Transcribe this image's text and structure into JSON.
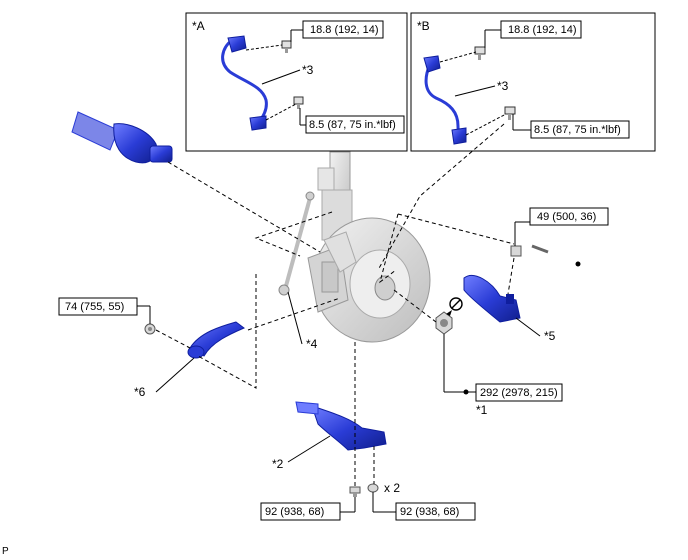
{
  "diagram_code": "P",
  "inset_a": {
    "label": "*A",
    "torque_top": "18.8 (192, 14)",
    "part_label": "*3",
    "torque_bottom": "8.5 (87, 75 in.*lbf)"
  },
  "inset_b": {
    "label": "*B",
    "torque_top": "18.8 (192, 14)",
    "part_label": "*3",
    "torque_bottom": "8.5 (87, 75 in.*lbf)"
  },
  "callouts": {
    "tie_rod_nut": "49 (500, 36)",
    "stabilizer_nut": "74 (755, 55)",
    "axle_nut": "292 (2978, 215)",
    "lower_bolt_left": "92 (938, 68)",
    "lower_bolt_right": "92 (938, 68)"
  },
  "labels": {
    "part1": "*1",
    "part2": "*2",
    "part4": "*4",
    "part5": "*5",
    "part6": "*6",
    "qty": "x 2"
  },
  "colors": {
    "part_blue": "#2a3cd6",
    "part_dark": "#0f1e9e",
    "grey": "#d8d8d8",
    "grey_dark": "#9a9a9a",
    "line": "#000000"
  }
}
